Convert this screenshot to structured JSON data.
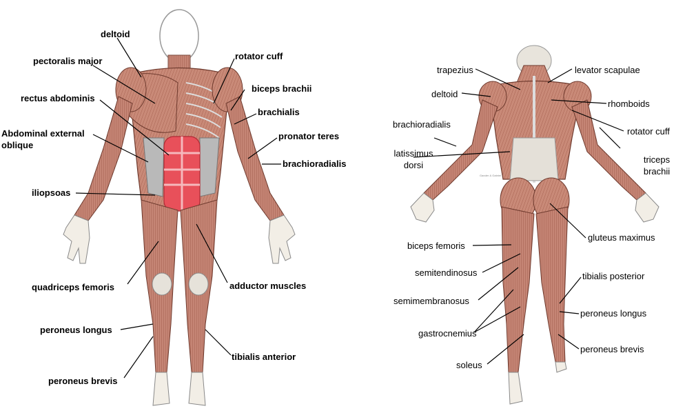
{
  "colors": {
    "muscle": "#c98a78",
    "muscle_dark": "#9a5444",
    "bone": "#e8e4dc",
    "skin_outline": "#8a8a8a",
    "highlight_rectus": "#e8505a",
    "leader": "#000000",
    "background": "#ffffff"
  },
  "anterior_view": {
    "labels": {
      "deltoid": "deltoid",
      "pectoralis_major": "pectoralis major",
      "rectus_abdominis": "rectus abdominis",
      "external_oblique_line1": "Abdominal external",
      "external_oblique_line2": "oblique",
      "iliopsoas": "iliopsoas",
      "quadriceps_femoris": "quadriceps femoris",
      "peroneus_longus": "peroneus longus",
      "peroneus_brevis": "peroneus brevis",
      "rotator_cuff": "rotator cuff",
      "biceps_brachii": "biceps brachii",
      "brachialis": "brachialis",
      "pronator_teres": "pronator teres",
      "brachioradialis": "brachioradialis",
      "adductor_muscles": "adductor muscles",
      "tibialis_anterior": "tibialis anterior"
    },
    "highlighted_muscle": "rectus abdominis"
  },
  "posterior_view": {
    "labels": {
      "trapezius": "trapezius",
      "deltoid": "deltoid",
      "brachioradialis": "brachioradialis",
      "latissimus_line1": "latissimus",
      "latissimus_line2": "dorsi",
      "biceps_femoris": "biceps femoris",
      "semitendinosus": "semitendinosus",
      "semimembranosus": "semimembranosus",
      "gastrocnemius": "gastrocnemius",
      "soleus": "soleus",
      "levator_scapulae": "levator scapulae",
      "rhomboids": "rhomboids",
      "rotator_cuff": "rotator cuff",
      "triceps_line1": "triceps",
      "triceps_line2": "brachii",
      "gluteus_maximus": "gluteus maximus",
      "tibialis_posterior": "tibialis posterior",
      "peroneus_longus": "peroneus longus",
      "peroneus_brevis": "peroneus brevis"
    }
  }
}
